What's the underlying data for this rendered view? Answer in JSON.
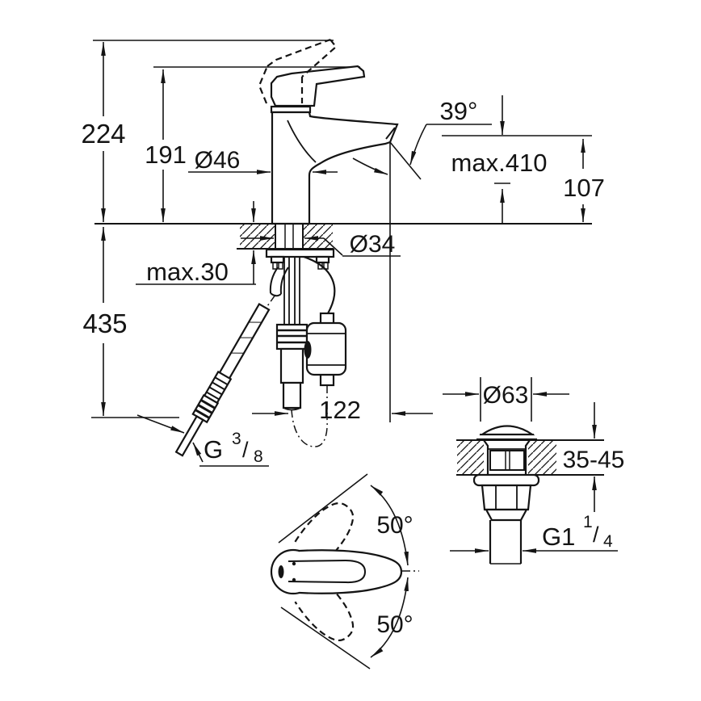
{
  "drawing": {
    "side_view": {
      "total_height": "224",
      "spout_tip_height": "191",
      "body_diameter": "Ø46",
      "spout_angle": "39°",
      "max_hose_length": "max.410",
      "spout_height": "107",
      "shank_diameter": "Ø34",
      "max_deck_thickness": "max.30",
      "below_deck_depth": "435",
      "spout_reach": "122",
      "supply_thread": {
        "prefix": "G",
        "sup": "3",
        "slash": "/",
        "sub": "8"
      }
    },
    "top_view": {
      "swivel_upper": "50°",
      "swivel_lower": "50°"
    },
    "drain_view": {
      "cap_diameter": "Ø63",
      "deck_thickness_range": "35-45",
      "drain_thread": {
        "prefix": "G1",
        "sup": "1",
        "slash": "/",
        "sub": "4"
      }
    }
  },
  "colors": {
    "line": "#141414",
    "background": "#ffffff"
  }
}
